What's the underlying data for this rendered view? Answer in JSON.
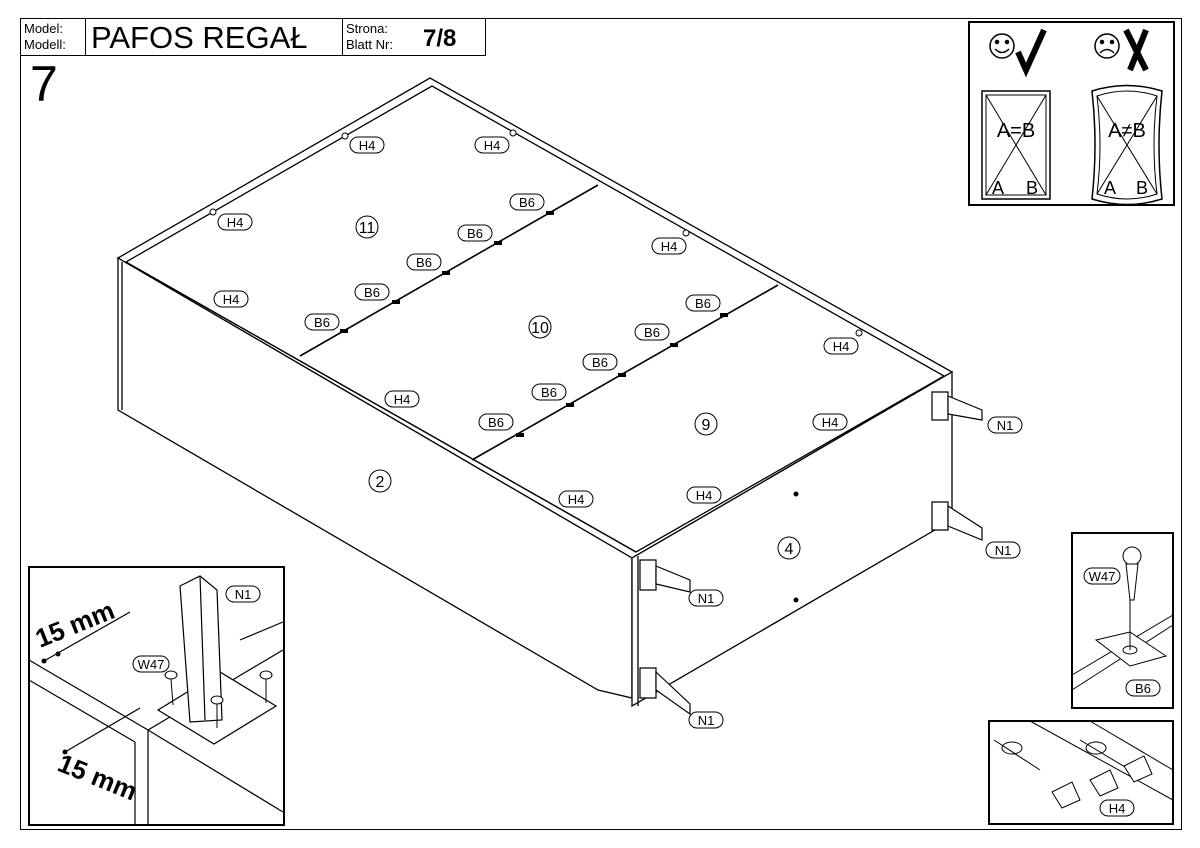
{
  "header": {
    "model_label_1": "Model:",
    "model_label_2": "Modell:",
    "product_name": "PAFOS REGAŁ",
    "page_label_1": "Strona:",
    "page_label_2": "Blatt Nr:",
    "page_number": "7/8"
  },
  "step_number": "7",
  "panels": [
    "11",
    "10",
    "9",
    "2",
    "4"
  ],
  "labels": {
    "h4": "H4",
    "b6": "B6",
    "n1": "N1",
    "w47": "W47"
  },
  "check_box": {
    "ok_text": "A=B",
    "bad_text": "A≠B",
    "a": "A",
    "b": "B",
    "ok_mark": "check-icon",
    "bad_mark": "cross-icon"
  },
  "detail_leg": {
    "dim_1": "15 mm",
    "dim_2": "15 mm"
  }
}
